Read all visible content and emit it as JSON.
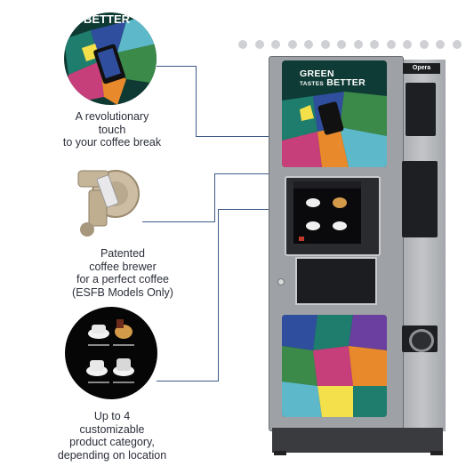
{
  "features": [
    {
      "lines": [
        "A revolutionary",
        "touch",
        "to your coffee break"
      ]
    },
    {
      "lines": [
        "Patented",
        "coffee brewer",
        "for a perfect coffee",
        "(ESFB Models Only)"
      ]
    },
    {
      "lines": [
        "Up to 4",
        "customizable",
        "product category,",
        "depending on location"
      ]
    }
  ],
  "circle_top_text": "BETTER",
  "machine": {
    "panel_line1": "GREEN",
    "panel_line2_small": "TASTES",
    "panel_line2_big": "BETTER",
    "brand_badge": "Opera"
  },
  "colors": {
    "connector": "#3d5b86",
    "caption": "#2b2f3a",
    "dots": "#cfd0d4"
  }
}
